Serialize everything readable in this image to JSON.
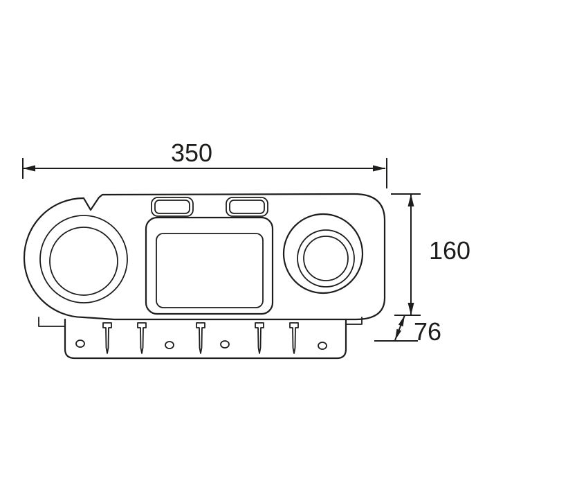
{
  "drawing": {
    "line_color": "#1d1d1b",
    "background": "#ffffff"
  },
  "dimensions": {
    "width_label": "350",
    "height_label": "160",
    "depth_label": "76"
  }
}
